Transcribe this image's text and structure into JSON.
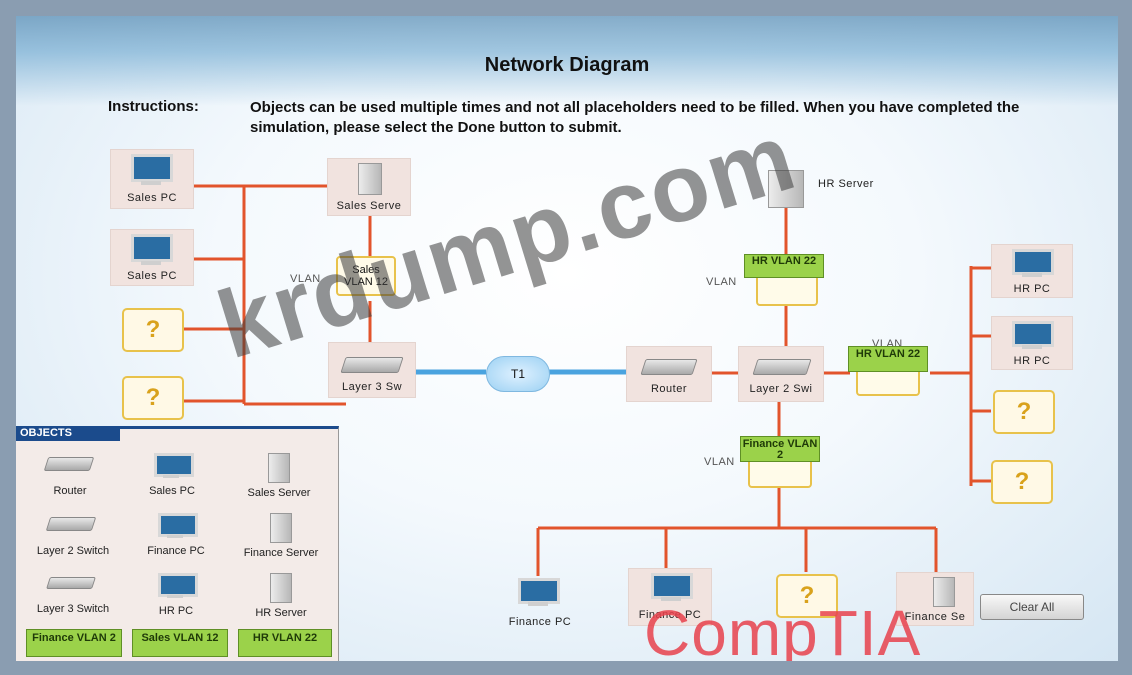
{
  "title": "Network Diagram",
  "instructions": {
    "label": "Instructions:",
    "text": "Objects can be used multiple times and not all placeholders need to be filled. When you have completed the simulation, please select the Done button to submit."
  },
  "nodes": {
    "sales_pc_1": "Sales PC",
    "sales_pc_2": "Sales PC",
    "sales_server": "Sales Serve",
    "hr_server": "HR Server",
    "hr_pc_1": "HR PC",
    "hr_pc_2": "HR PC",
    "router": "Router",
    "layer3": "Layer 3 Sw",
    "layer2": "Layer 2 Swi",
    "t1": "T1",
    "finance_pc_1": "Finance PC",
    "finance_pc_2": "Finance PC",
    "finance_server": "Finance Se"
  },
  "vlans": {
    "sales_text": "VLAN",
    "sales_label": "Sales VLAN 12",
    "hr_top_text": "VLAN",
    "hr_top_label": "HR VLAN 22",
    "hr_right_text": "VLAN",
    "hr_right_label": "HR VLAN 22",
    "finance_text": "VLAN",
    "finance_label": "Finance VLAN 2"
  },
  "placeholder_symbol": "?",
  "objects": {
    "header": "OBJECTS",
    "items": [
      "Router",
      "Sales PC",
      "Sales Server",
      "Layer 2 Switch",
      "Finance PC",
      "Finance Server",
      "Layer 3 Switch",
      "HR PC",
      "HR Server"
    ],
    "vlan_tags": [
      "Finance VLAN 2",
      "Sales VLAN 12",
      "HR VLAN 22"
    ]
  },
  "clear_all": "Clear All",
  "watermark": "krdump.com",
  "brand": "CompTIA",
  "colors": {
    "wire": "#e2542c",
    "vlan_green": "#9bd24a",
    "placeholder_border": "#e8c24b"
  }
}
